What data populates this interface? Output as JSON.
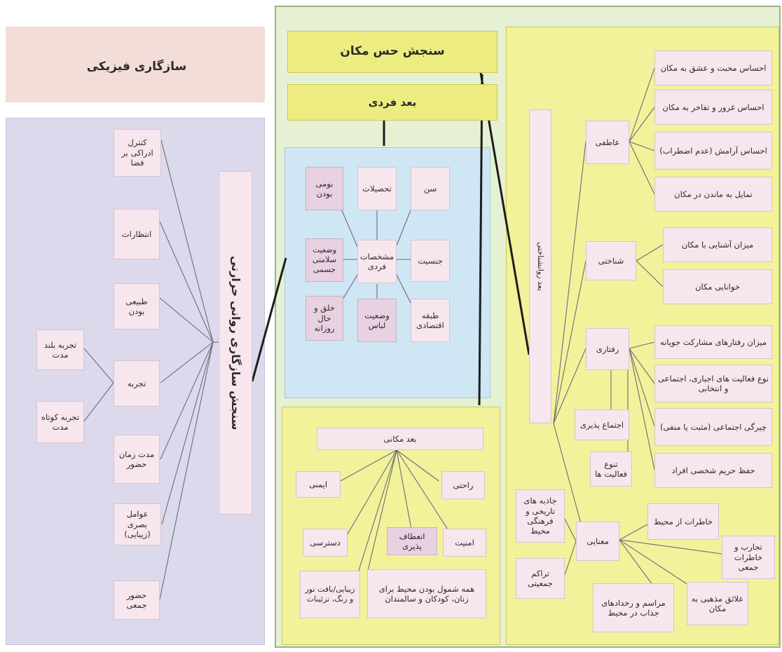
{
  "colors": {
    "physical_header": "#f2ddd9",
    "thermal_panel": "#dcd9ec",
    "outer_green": "#e6f0d3",
    "yellow_panel": "#f2f29b",
    "individual_blue": "#cfe6f4",
    "node_pink": "#f7e6ee",
    "line": "#6c6c7a"
  },
  "physical": {
    "title": "سازگاری فیزیکی"
  },
  "thermal": {
    "title": "سنجش سازگاری روانی حرارتی",
    "items": [
      "کنترل ادراکی بر فضا",
      "انتظارات",
      "طبیعی بودن",
      "تجربه",
      "مدت زمان حضور",
      "عوامل بصری (زیبایی)",
      "حضور جمعی"
    ],
    "experience_sub": [
      "تجربه بلند مدت",
      "تجربه کوتاه مدت"
    ]
  },
  "place": {
    "title": "سنجش حس مکان",
    "individual": {
      "title": "بعد فردی",
      "center": "مشخصات فردی",
      "items": [
        "سن",
        "تحصیلات",
        "بومی بودن",
        "جنسیت",
        "وضعیت سلامتی جسمی",
        "طبقه اقتصادی",
        "وضعیت لباس",
        "خلق و حال روزانه"
      ]
    },
    "spatial": {
      "title": "بعد مکانی",
      "items": [
        "ایمنی",
        "راحتی",
        "دسترسی",
        "انعطاف پذیری",
        "امنیت",
        "زیبایی/بافت نور و رنگ، تزئینات",
        "همه شمول بودن محیط برای زنان، کودکان و سالمندان"
      ]
    },
    "psych": {
      "title": "بعد روانشناختی",
      "categories": {
        "emotional": "عاطفی",
        "cognitive": "شناختی",
        "behavioral": "رفتاری",
        "semantic": "معنایی"
      },
      "emotional_items": [
        "احساس محبت و عشق به مکان",
        "احساس غرور و تفاخر به مکان",
        "احساس آرامش (عدم اضطراب)",
        "تمایل به ماندن در مکان"
      ],
      "cognitive_items": [
        "میزان آشنایی با مکان",
        "خوانایی مکان"
      ],
      "behavioral_items": [
        "میزان رفتارهای مشارکت جویانه",
        "نوع فعالیت های اجباری، اجتماعی و انتخابی",
        "چیرگی اجتماعی (مثبت یا منفی)",
        "حفظ حریم شخصی افراد"
      ],
      "behavioral_left": [
        "اجتماع پذیری",
        "تنوع فعالیت ها"
      ],
      "semantic_items": [
        "خاطرات از محیط",
        "تجارب و خاطرات جمعی",
        "علائق مذهبی به مکان",
        "مراسم و رخدادهای جذاب در محیط"
      ],
      "semantic_left": [
        "جاذبه های تاریخی و فرهنگی محیط",
        "تراکم جمعیتی"
      ]
    }
  }
}
